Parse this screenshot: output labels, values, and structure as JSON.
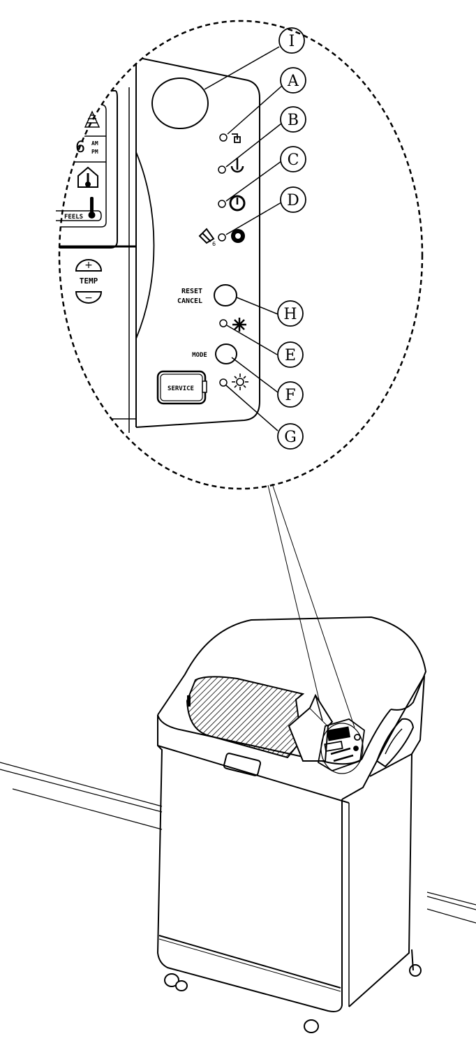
{
  "callouts": [
    {
      "id": "I",
      "letter": "I"
    },
    {
      "id": "A",
      "letter": "A"
    },
    {
      "id": "B",
      "letter": "B"
    },
    {
      "id": "C",
      "letter": "C"
    },
    {
      "id": "D",
      "letter": "D"
    },
    {
      "id": "H",
      "letter": "H"
    },
    {
      "id": "E",
      "letter": "E"
    },
    {
      "id": "F",
      "letter": "F"
    },
    {
      "id": "G",
      "letter": "G"
    }
  ],
  "panel": {
    "reset_line1": "RESET",
    "reset_line2": "CANCEL",
    "mode_label": "MODE",
    "service_label": "SERVICE",
    "temp_label": "TEMP",
    "plus": "+",
    "minus": "−",
    "clock_digit": "6",
    "am_label": "AM",
    "pm_label": "PM",
    "feels_label": "FEELS",
    "filter_sub": "6"
  },
  "colors": {
    "line": "#000000",
    "background": "#ffffff"
  },
  "icons": [
    "fan-icon",
    "power-icon",
    "timer-icon",
    "filter-icon",
    "snowflake-icon",
    "sun-icon",
    "thermometer-house-icon",
    "humidity-icon"
  ]
}
